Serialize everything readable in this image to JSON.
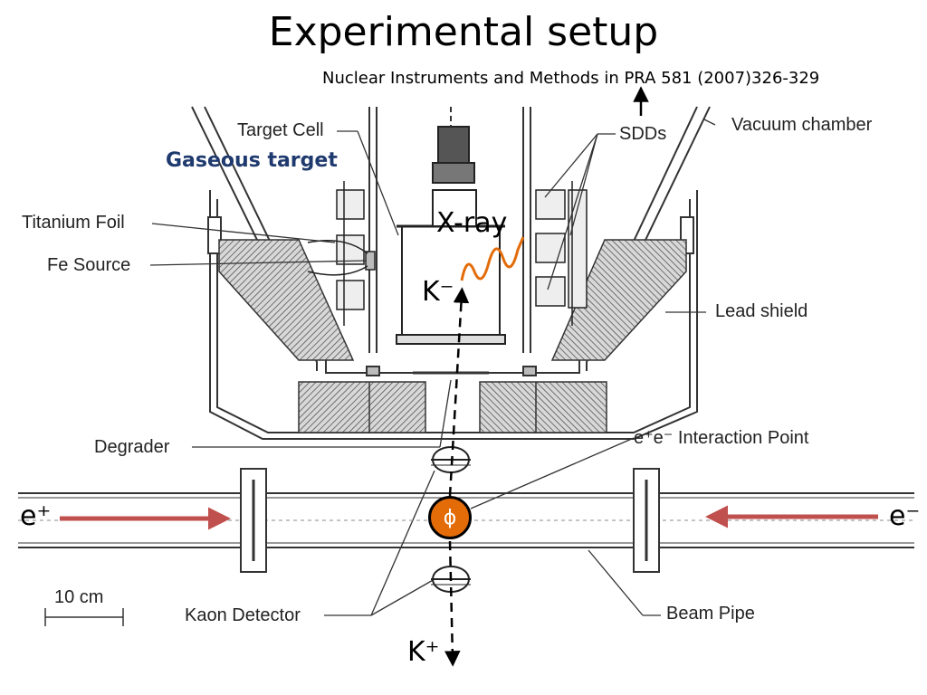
{
  "title": "Experimental setup",
  "reference": "Nuclear Instruments and Methods in PRA 581 (2007)326-329",
  "labels": {
    "target_cell": "Target Cell",
    "gaseous_target": "Gaseous target",
    "sdds": "SDDs",
    "vacuum_chamber": "Vacuum chamber",
    "titanium_foil": "Titanium Foil",
    "fe_source": "Fe Source",
    "lead_shield": "Lead shield",
    "degrader": "Degrader",
    "interaction_point": "e⁺e⁻ Interaction Point",
    "scale": "10 cm",
    "kaon_detector": "Kaon Detector",
    "beam_pipe": "Beam Pipe"
  },
  "particles": {
    "xray": "X-ray",
    "k_minus": "K⁻",
    "k_plus": "K⁺",
    "e_plus": "e⁺",
    "e_minus": "e⁻",
    "phi": "ϕ"
  },
  "colors": {
    "beam_arrow": "#c0504d",
    "phi": "#e36c09",
    "xray": "#e36c09",
    "gaseous_target": "#1f3a6e"
  }
}
